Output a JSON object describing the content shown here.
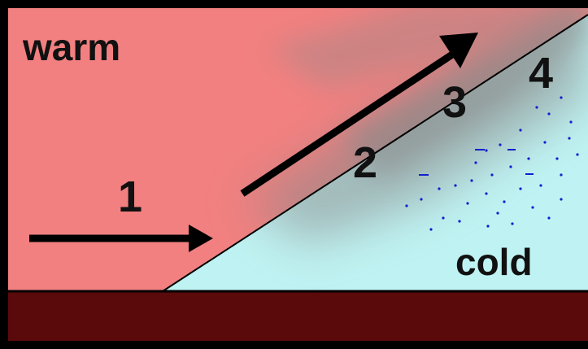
{
  "labels": {
    "warm": "warm",
    "cold": "cold",
    "step_1": "1",
    "step_2": "2",
    "step_3": "3",
    "step_4": "4"
  },
  "colors": {
    "warm_air": "#f28080",
    "cold_air": "#bff2f2",
    "ground": "#5a0a0a",
    "cloud_gray": "#8a8a8a",
    "arrow": "#000000",
    "precipitation": "#1020d0",
    "text": "#111111"
  }
}
